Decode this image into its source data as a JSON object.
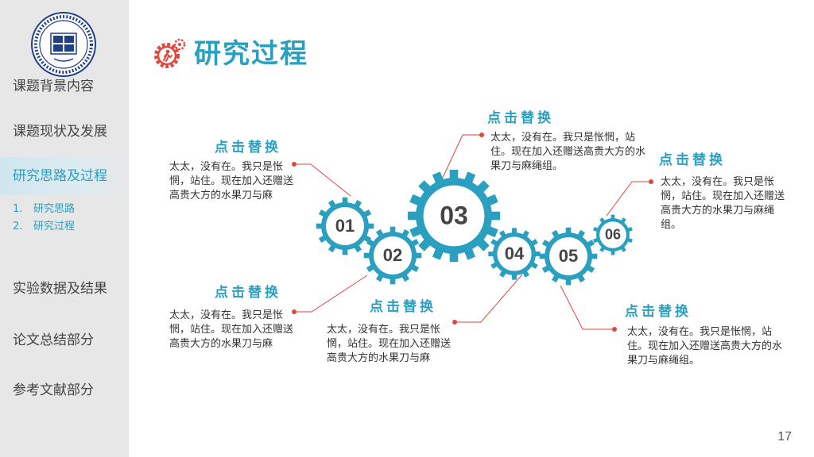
{
  "title": "研究过程",
  "page_number": "17",
  "colors": {
    "accent": "#2a9fc0",
    "highlight": "#e0473e",
    "sidebar_bg": "#e7e7e7"
  },
  "sidebar": {
    "items": [
      {
        "label": "课题背景内容"
      },
      {
        "label": "课题现状及发展"
      },
      {
        "label": "研究思路及过程",
        "active": true
      },
      {
        "label": "实验数据及结果"
      },
      {
        "label": "论文总结部分"
      },
      {
        "label": "参考文献部分"
      }
    ],
    "sub_items": [
      {
        "num": "1.",
        "label": "研究思路"
      },
      {
        "num": "2.",
        "label": "研究过程"
      }
    ]
  },
  "gears": [
    {
      "label": "01"
    },
    {
      "label": "02"
    },
    {
      "label": "03"
    },
    {
      "label": "04"
    },
    {
      "label": "05"
    },
    {
      "label": "06"
    }
  ],
  "callouts": [
    {
      "title": "点击替换",
      "text": "太太，没有在。我只是怅惘，站住。现在加入还赠送高贵大方的水果刀与麻"
    },
    {
      "title": "点击替换",
      "text": "太太，没有在。我只是怅惘，站住。现在加入还赠送高贵大方的水果刀与麻"
    },
    {
      "title": "点击替换",
      "text": "太太，没有在。我只是怅惘，站住。现在加入还赠送高贵大方的水果刀与麻绳组。"
    },
    {
      "title": "点击替换",
      "text": "太太，没有在。我只是怅惘，站住。现在加入还赠送高贵大方的水果刀与麻"
    },
    {
      "title": "点击替换",
      "text": "太太，没有在。我只是怅惘，站住。现在加入还赠送高贵大方的水果刀与麻绳组。"
    },
    {
      "title": "点击替换",
      "text": "太太，没有在。我只是怅惘，站住。现在加入还赠送高贵大方的水果刀与麻绳组。"
    }
  ]
}
